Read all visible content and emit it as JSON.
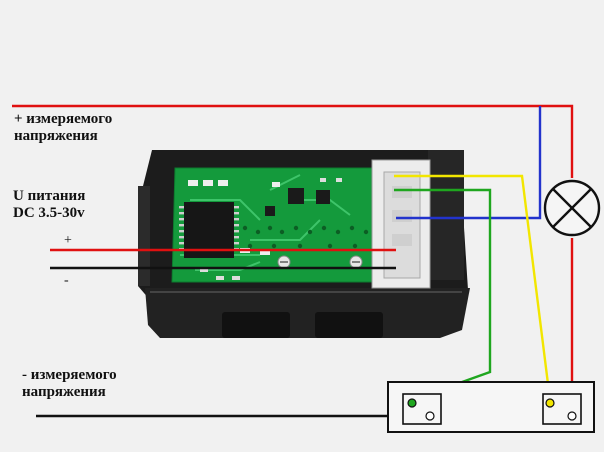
{
  "labels": {
    "plus_measured_line1": "+ измеряемого",
    "plus_measured_line2": "напряжения",
    "supply_line1": "U питания",
    "supply_line2": "DC 3.5-30v",
    "supply_plus": "+",
    "supply_minus": "-",
    "minus_measured_line1": "- измеряемого",
    "minus_measured_line2": "напряжения"
  },
  "wire_colors": {
    "red": "#e01010",
    "black": "#111111",
    "yellow": "#f2e600",
    "green": "#1fa61f",
    "blue": "#2233cc"
  },
  "components": {
    "module": "voltmeter-module",
    "load": "lamp-icon",
    "terminal_block": "terminal-block"
  }
}
